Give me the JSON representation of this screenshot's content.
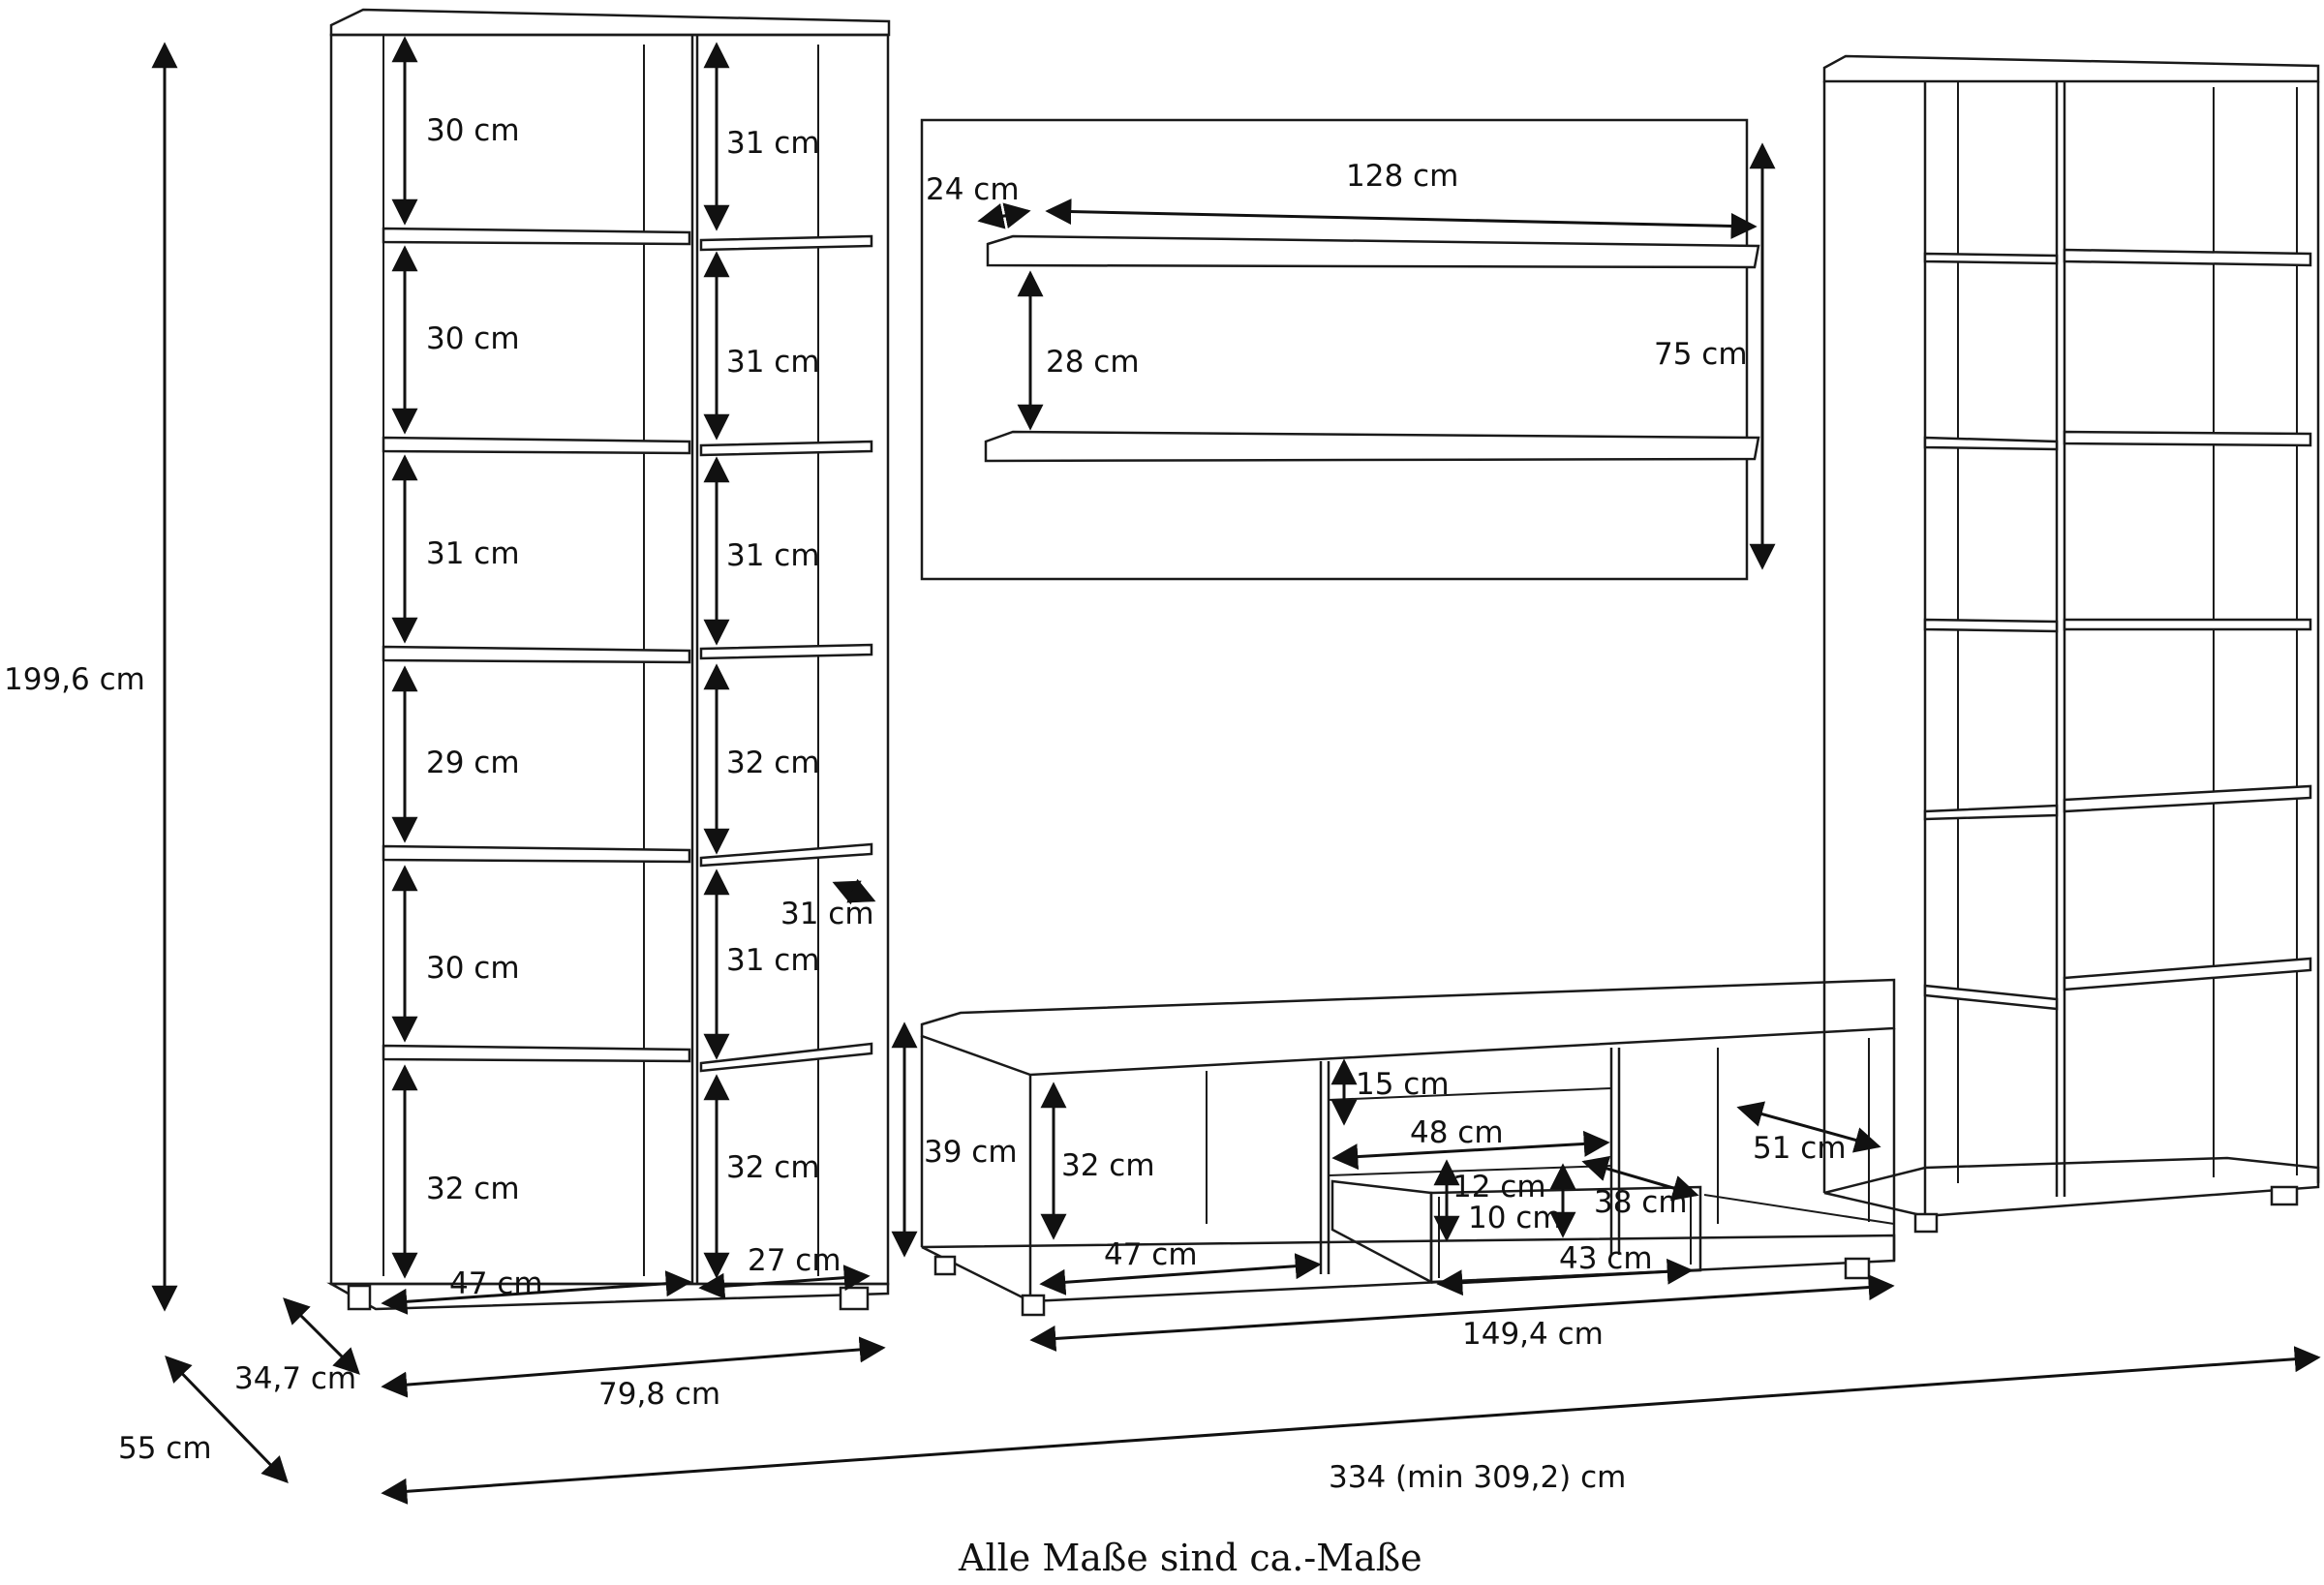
{
  "left_shelf": {
    "left_column": [
      "30 cm",
      "30 cm",
      "31 cm",
      "29 cm",
      "30 cm",
      "32 cm"
    ],
    "right_column": [
      "31 cm",
      "31 cm",
      "31 cm",
      "32 cm",
      "31 cm",
      "32 cm"
    ],
    "shelf_depth_note": "31 cm",
    "inner_width_left": "47 cm",
    "inner_width_right": "27 cm",
    "total_height": "199,6 cm",
    "depth_inner": "34,7 cm",
    "depth_outer": "55 cm",
    "width": "79,8 cm"
  },
  "wall_panel": {
    "shelf_depth": "24 cm",
    "shelf_width": "128 cm",
    "shelf_gap": "28 cm",
    "height": "75 cm"
  },
  "tv_bench": {
    "height": "39 cm",
    "left_compartment_height": "32 cm",
    "left_compartment_width": "47 cm",
    "middle_top_gap": "15 cm",
    "drawer_width": "48 cm",
    "drawer_front_height": "12 cm",
    "drawer_inner_height": "10 cm",
    "drawer_depth": "38 cm",
    "drawer_inner_width": "43 cm",
    "right_depth": "51 cm",
    "total_width": "149,4 cm"
  },
  "overall_width": "334 (min 309,2) cm",
  "footer_note": "Alle Maße sind ca.-Maße"
}
